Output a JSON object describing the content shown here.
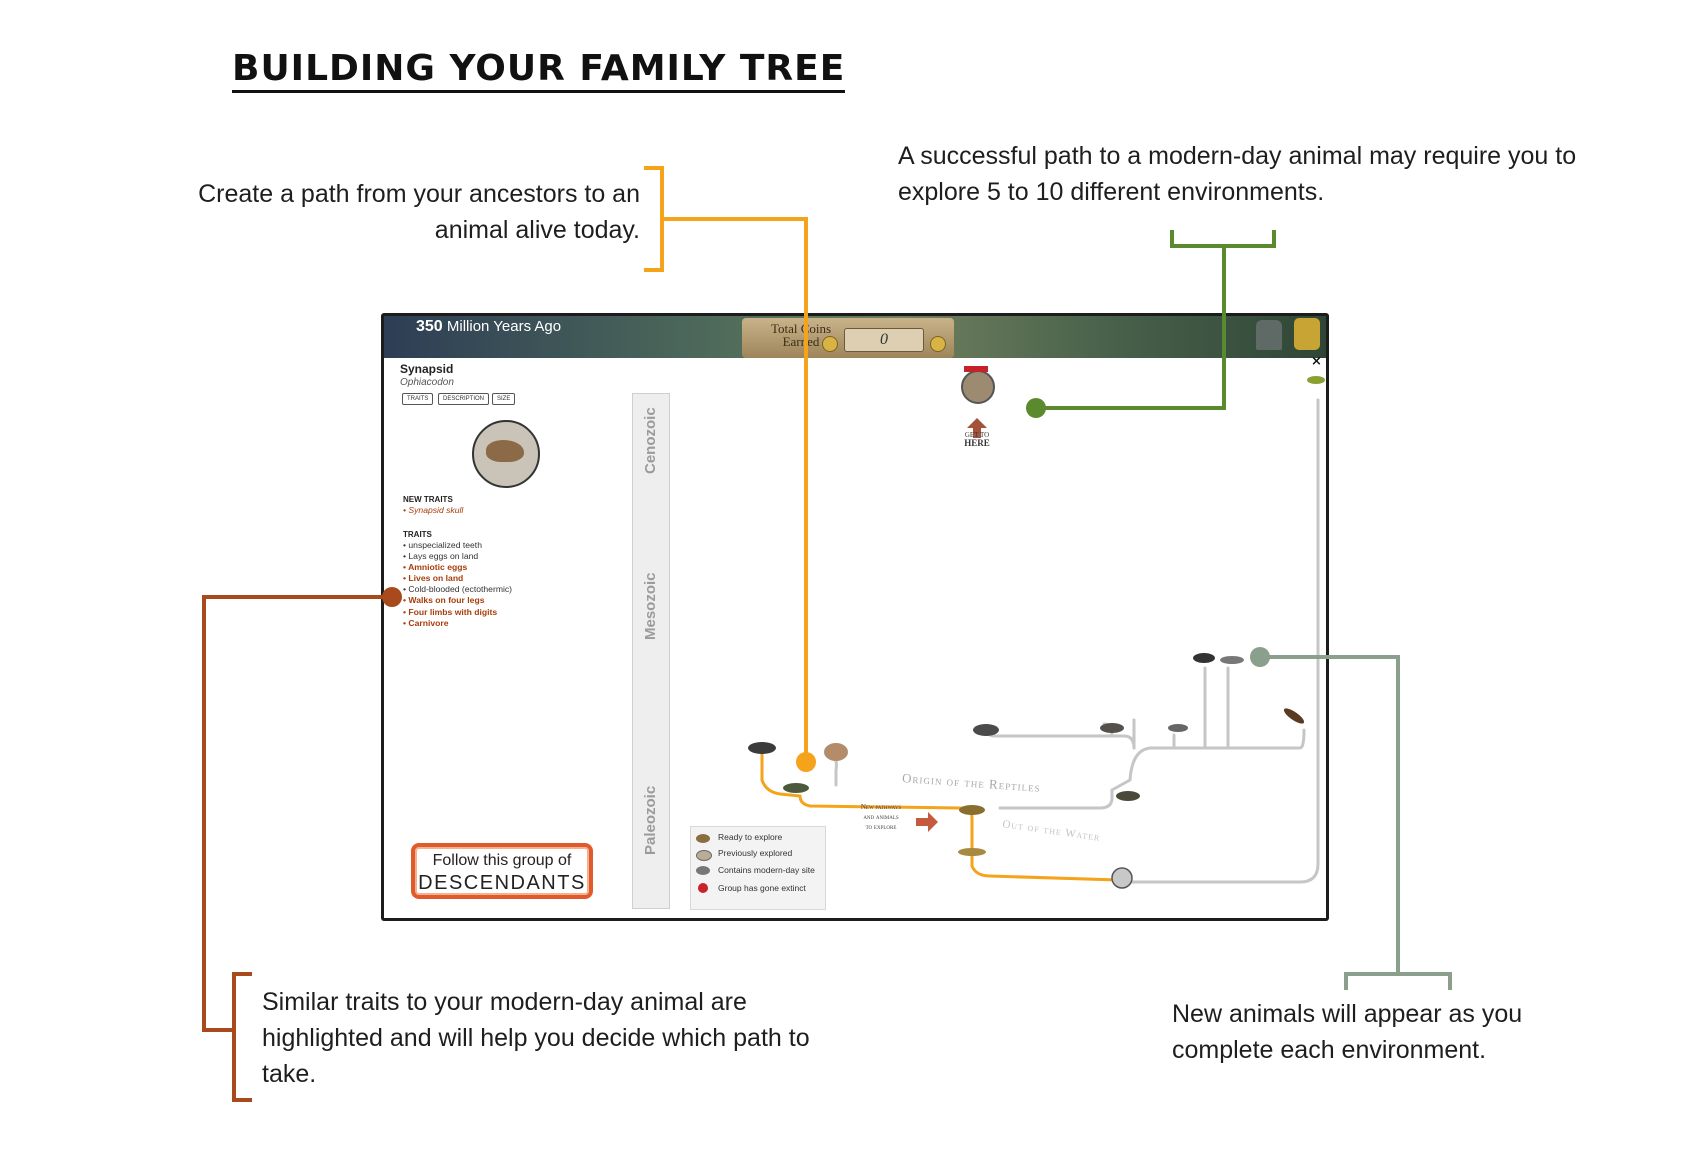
{
  "heading": "Building Your Family Tree",
  "callouts": {
    "ancestors": "Create a path from your ancestors to an animal alive today.",
    "environments": "A successful path to a modern-day animal may require you to explore 5 to 10 different environments.",
    "traits": "Similar traits to your modern-day animal are highlighted and will help you decide which path to take.",
    "new_animals": "New animals will appear as you complete each environment."
  },
  "app": {
    "mya_value": "350",
    "mya_label": "Million Years Ago",
    "coins_label": "Total Coins Earned",
    "coins_value": "0",
    "close": "×",
    "species": {
      "name": "Synapsid",
      "genus": "Ophiacodon",
      "tabs": [
        "TRAITS",
        "DESCRIPTION",
        "SIZE"
      ],
      "new_traits_heading": "NEW TRAITS",
      "new_traits": [
        "• Synapsid skull"
      ],
      "traits_heading": "TRAITS",
      "traits": [
        {
          "text": "• unspecialized teeth",
          "highlight": false
        },
        {
          "text": "• Lays eggs on land",
          "highlight": false
        },
        {
          "text": "• Amniotic eggs",
          "highlight": true
        },
        {
          "text": "• Lives on land",
          "highlight": true
        },
        {
          "text": "• Cold-blooded (ectothermic)",
          "highlight": false
        },
        {
          "text": "• Walks on four legs",
          "highlight": true
        },
        {
          "text": "• Four limbs with digits",
          "highlight": true
        },
        {
          "text": "• Carnivore",
          "highlight": true
        }
      ]
    },
    "follow_button": {
      "line1": "Follow this group of",
      "line2": "DESCENDANTS"
    },
    "eras": [
      "Cenozoic",
      "Mesozoic",
      "Paleozoic"
    ],
    "legend": [
      {
        "label": "Ready to explore",
        "icon": "animal-silhouette-icon"
      },
      {
        "label": "Previously explored",
        "icon": "explored-disc-icon"
      },
      {
        "label": "Contains modern-day site",
        "icon": "modern-site-icon"
      },
      {
        "label": "Group has gone extinct",
        "icon": "extinct-x-icon"
      }
    ],
    "tree_labels": {
      "origin": "Origin of the Reptiles",
      "out_water": "Out of the Water",
      "new_pathways": [
        "New pathways",
        "and animals",
        "to explore"
      ],
      "get_to": "GET TO",
      "here": "HERE"
    }
  },
  "colors": {
    "orange": "#f5a31a",
    "green": "#5b8a2e",
    "rust": "#a84a1c",
    "sage": "#8a9f8c",
    "highlight_text": "#a63d0c"
  }
}
